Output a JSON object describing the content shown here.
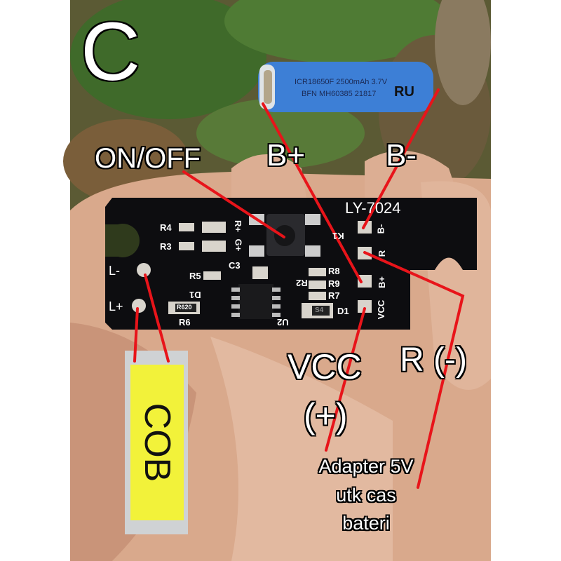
{
  "panel_letter": "C",
  "battery": {
    "line1": "ICR18650F 2500mAh 3.7V",
    "line2": "BFN MH60385 21817",
    "cert_mark": "RU"
  },
  "labels": {
    "on_off": "ON/OFF",
    "b_plus": "B+",
    "b_minus": "B-",
    "vcc": "VCC",
    "vcc_sign": "(+)",
    "r_minus": "R (-)",
    "adapter_line1": "Adapter 5V",
    "adapter_line2": "utk cas",
    "adapter_line3": "bateri",
    "cob": "COB"
  },
  "pcb": {
    "model": "LY-7024",
    "silkscreen": [
      "R4",
      "R3",
      "R+",
      "G+",
      "C3",
      "R5",
      "D1",
      "R6",
      "R620",
      "K1",
      "R8",
      "R2",
      "R9",
      "R7",
      "U2",
      "D1",
      "S4",
      "B-",
      "R",
      "B+",
      "VCC",
      "L-",
      "L+"
    ]
  },
  "colors": {
    "line": "#e8141a",
    "pcb": "#0d0d10",
    "battery": "#3d7fd6",
    "cob": "#f2f23a"
  }
}
